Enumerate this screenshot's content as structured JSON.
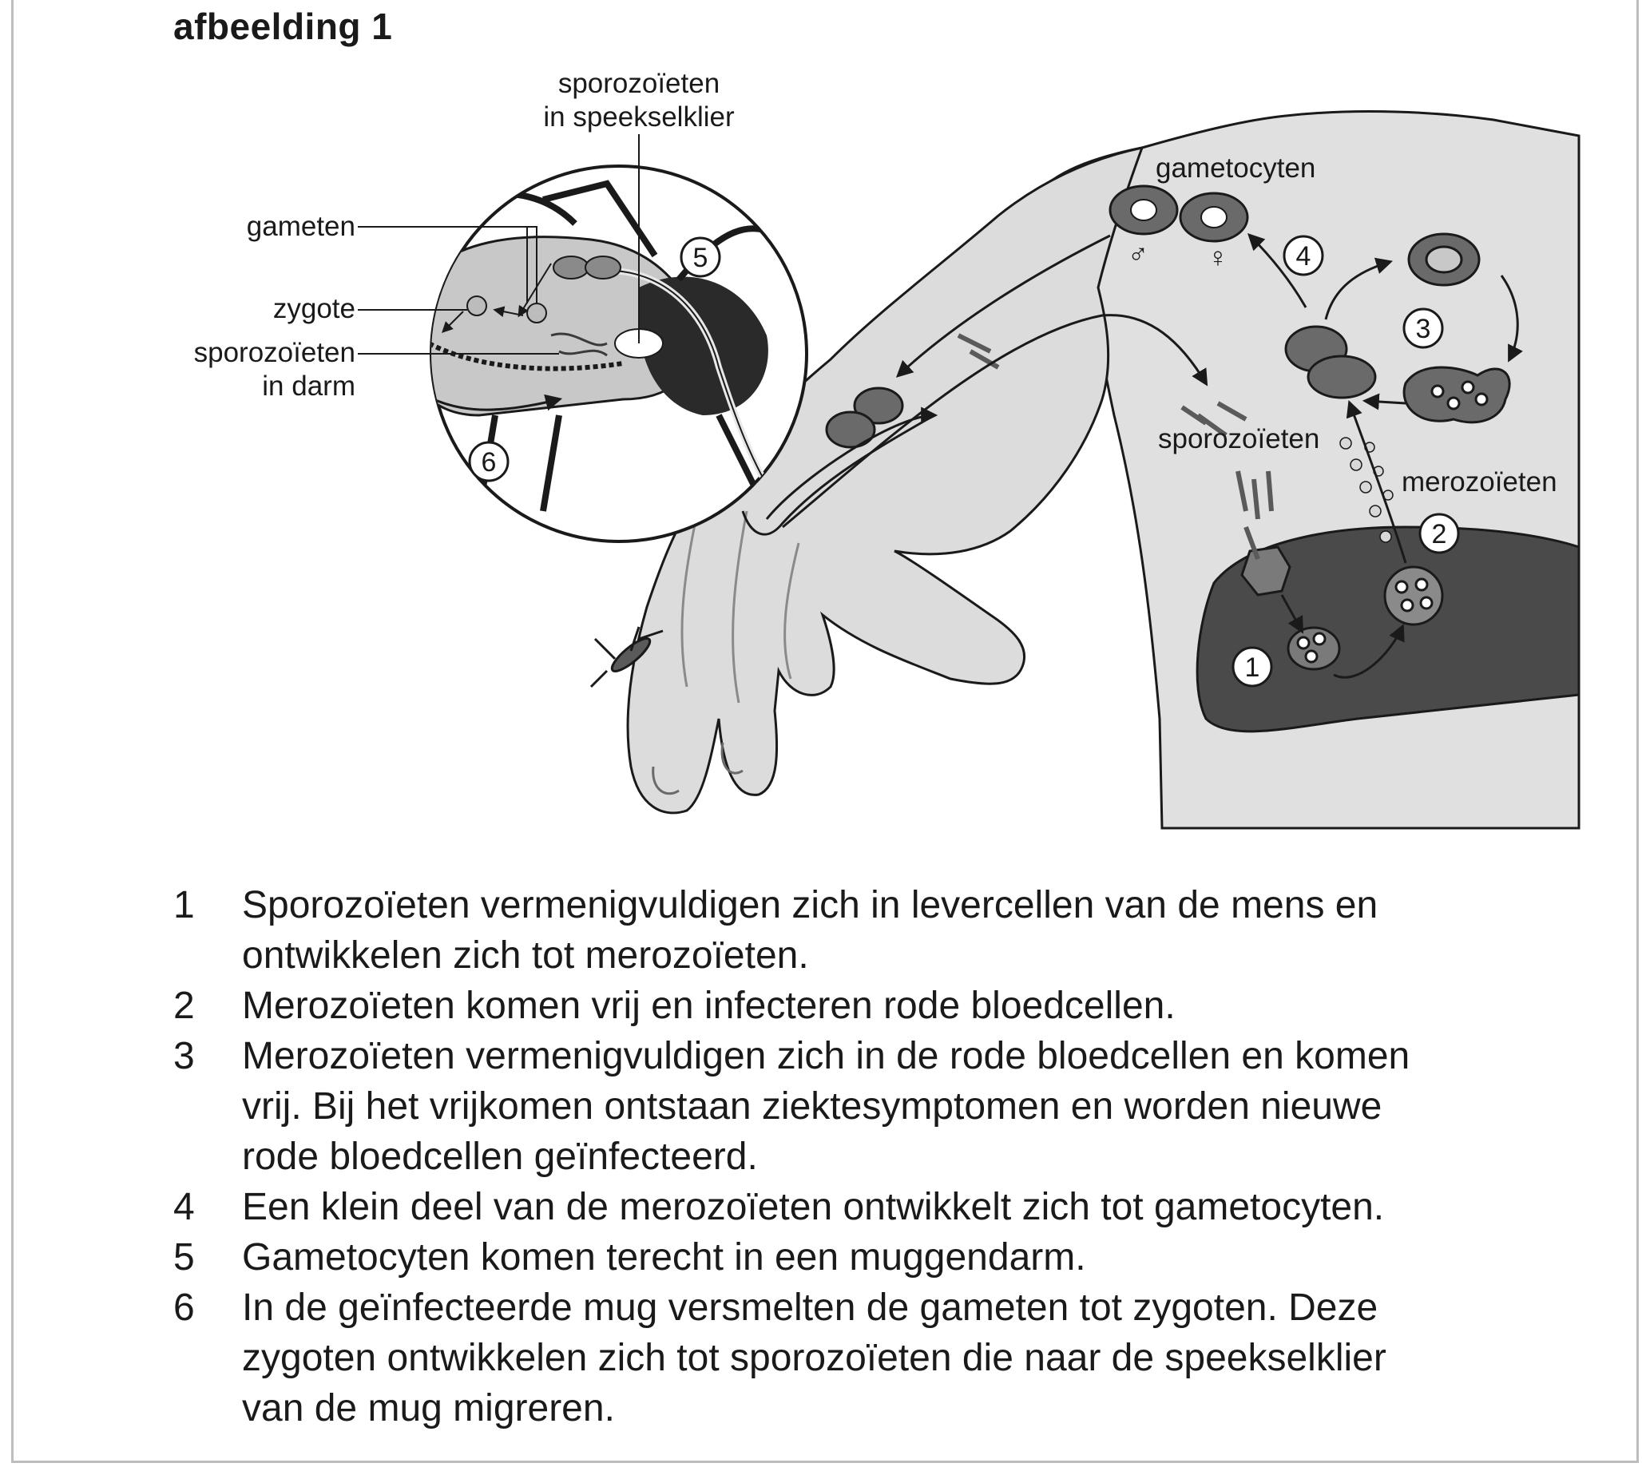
{
  "title": "afbeelding 1",
  "labels": {
    "sporozoieten_speekselklier_1": "sporozoïeten",
    "sporozoieten_speekselklier_2": "in speekselklier",
    "gameten": "gameten",
    "zygote": "zygote",
    "sporozoieten_darm_1": "sporozoïeten",
    "sporozoieten_darm_2": "in darm",
    "gametocyten": "gametocyten",
    "male_symbol": "♂",
    "female_symbol": "♀",
    "sporozoieten": "sporozoïeten",
    "merozoieten": "merozoïeten"
  },
  "markers": [
    "1",
    "2",
    "3",
    "4",
    "5",
    "6"
  ],
  "steps": [
    {
      "n": "1",
      "line1": "Sporozoïeten vermenigvuldigen zich in levercellen van de mens en",
      "line2": "ontwikkelen zich tot merozoïeten."
    },
    {
      "n": "2",
      "line1": "Merozoïeten komen vrij en infecteren rode bloedcellen."
    },
    {
      "n": "3",
      "line1": "Merozoïeten vermenigvuldigen zich in de rode bloedcellen en komen",
      "line2": "vrij. Bij het vrijkomen ontstaan ziektesymptomen en worden nieuwe",
      "line3": "rode bloedcellen geïnfecteerd."
    },
    {
      "n": "4",
      "line1": "Een klein deel van de merozoïeten ontwikkelt zich tot gametocyten."
    },
    {
      "n": "5",
      "line1": "Gametocyten komen terecht in een muggendarm."
    },
    {
      "n": "6",
      "line1": "In de geïnfecteerde mug versmelten de gameten tot zygoten. Deze",
      "line2": "zygoten ontwikkelen zich tot sporozoïeten die naar de speekselklier",
      "line3": "van de mug migreren."
    }
  ]
}
